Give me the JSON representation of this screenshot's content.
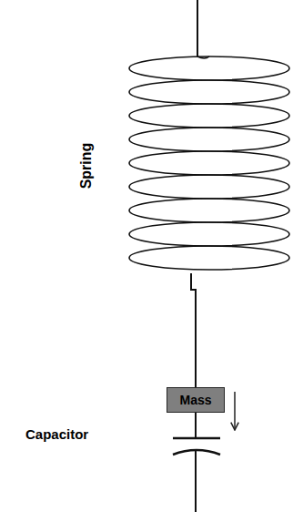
{
  "diagram": {
    "nodes": [
      {
        "text": [
          "Mass"
        ]
      }
    ],
    "labels": [
      "Spring",
      "Capacitor"
    ]
  }
}
